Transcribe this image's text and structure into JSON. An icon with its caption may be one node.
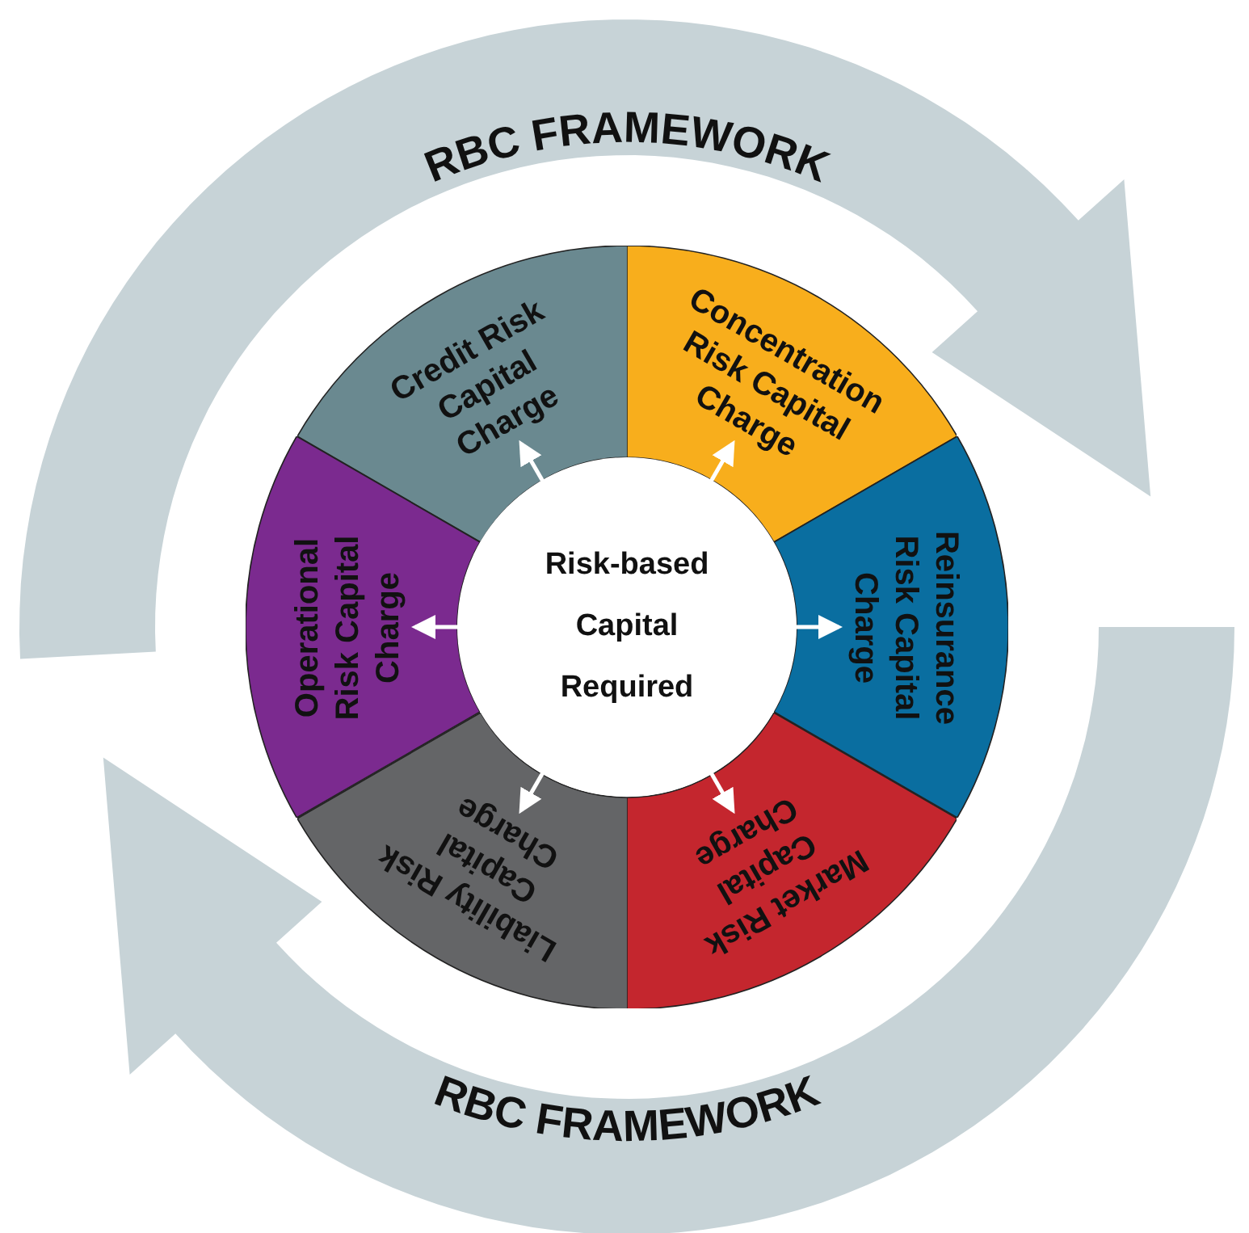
{
  "diagram": {
    "nodes": [
      {
        "text": [
          "Risk-based Capital Required"
        ]
      },
      {
        "text": [
          "Credit Risk Capital Charge"
        ]
      },
      {
        "text": [
          "Concentration Risk Capital Charge"
        ]
      },
      {
        "text": [
          "Reinsurance Risk Capital Charge"
        ]
      },
      {
        "text": [
          "Market Risk Capital Charge"
        ]
      },
      {
        "text": [
          "Liability Risk Capital Charge"
        ]
      },
      {
        "text": [
          "Operational Risk Capital Charge"
        ]
      }
    ],
    "edges": [
      {
        "from": 0,
        "to": 1,
        "arrow": "to"
      },
      {
        "from": 0,
        "to": 2,
        "arrow": "to"
      },
      {
        "from": 0,
        "to": 3,
        "arrow": "to"
      },
      {
        "from": 0,
        "to": 4,
        "arrow": "to"
      },
      {
        "from": 0,
        "to": 5,
        "arrow": "to"
      },
      {
        "from": 0,
        "to": 6,
        "arrow": "to"
      }
    ],
    "labels": [
      "RBC FRAMEWORK",
      "RBC FRAMEWORK"
    ]
  }
}
